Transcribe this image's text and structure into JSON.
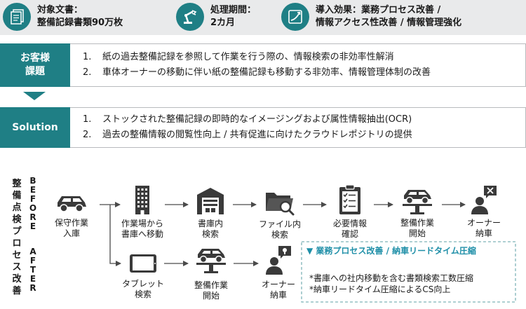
{
  "top_info": [
    {
      "icon": "documents-icon",
      "line1": "対象文書：",
      "line2": "整備記録書類90万枚"
    },
    {
      "icon": "robot-arm-icon",
      "line1": "処理期間：",
      "line2": "2カ月"
    },
    {
      "icon": "growth-chart-icon",
      "line1": "導入効果：業務プロセス改善 /",
      "line2": "情報アクセス性改善 / 情報管理強化"
    }
  ],
  "issues": {
    "label_line1": "お客様",
    "label_line2": "課題",
    "items": [
      {
        "num": "1.",
        "text": "紙の過去整備記録を参照して作業を行う際の、情報検索の非効率性解消"
      },
      {
        "num": "2.",
        "text": "車体オーナーの移動に伴い紙の整備記録も移動する非効率、情報管理体制の改善"
      }
    ]
  },
  "solution": {
    "label": "Solution",
    "items": [
      {
        "num": "1.",
        "text": "ストックされた整備記録の即時的なイメージングおよび属性情報抽出(OCR)"
      },
      {
        "num": "2.",
        "text": "過去の整備情報の閲覧性向上 / 共有促進に向けたクラウドレポジトリの提供"
      }
    ]
  },
  "process": {
    "vertical_title": [
      "整",
      "備",
      "点",
      "検",
      "プ",
      "ロ",
      "セ",
      "ス",
      "改",
      "善"
    ],
    "before_letters": [
      "B",
      "E",
      "F",
      "O",
      "R",
      "E"
    ],
    "after_letters": [
      "A",
      "F",
      "T",
      "E",
      "R"
    ],
    "before_steps": [
      {
        "icon": "car-icon",
        "line1": "保守作業",
        "line2": "入庫"
      },
      {
        "icon": "building-icon",
        "line1": "作業場から",
        "line2": "書庫へ移動"
      },
      {
        "icon": "warehouse-icon",
        "line1": "書庫内",
        "line2": "検索"
      },
      {
        "icon": "folder-search-icon",
        "line1": "ファイル内",
        "line2": "検索"
      },
      {
        "icon": "checklist-icon",
        "line1": "必要情報",
        "line2": "確認"
      },
      {
        "icon": "car-lift-icon",
        "line1": "整備作業",
        "line2": "開始"
      },
      {
        "icon": "owner-cross-icon",
        "line1": "オーナー",
        "line2": "納車"
      }
    ],
    "after_steps": [
      {
        "icon": "tablet-icon",
        "line1": "タブレット",
        "line2": "検索"
      },
      {
        "icon": "car-lift-icon",
        "line1": "整備作業",
        "line2": "開始"
      },
      {
        "icon": "owner-idea-icon",
        "line1": "オーナー",
        "line2": "納車"
      }
    ],
    "result_header": "▼ 業務プロセス改善 / 納車リードタイム圧縮",
    "result_lines": [
      "*書庫への社内移動を含む書類検索工数圧縮",
      "*納車リードタイム圧縮によるCS向上"
    ]
  },
  "colors": {
    "teal": "#1f7f85",
    "light_gray": "#e9eaeb",
    "dark_icon": "#3a3a3a",
    "accent_text": "#1f8fa8",
    "dashed": "#7fb3b8"
  }
}
